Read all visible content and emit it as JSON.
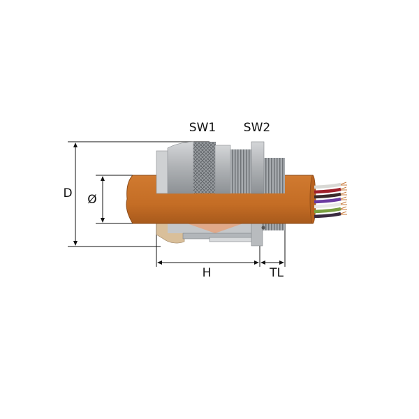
{
  "labels": {
    "sw1": "SW1",
    "sw2": "SW2",
    "d": "D",
    "diameter": "Ø",
    "h": "H",
    "tl": "TL"
  },
  "colors": {
    "cable": "#c9732c",
    "cable_edge": "#8a4a18",
    "metal": "#b9bcbf",
    "metal_dark": "#8e9296",
    "seal": "#e0a98a",
    "brass_seal": "#d9bf9a"
  },
  "wire_colors": [
    "#d8d8d4",
    "#a0202a",
    "#3a2a2a",
    "#6a3aa0",
    "#e8e8e6",
    "#7aa040",
    "#3a2a40"
  ]
}
